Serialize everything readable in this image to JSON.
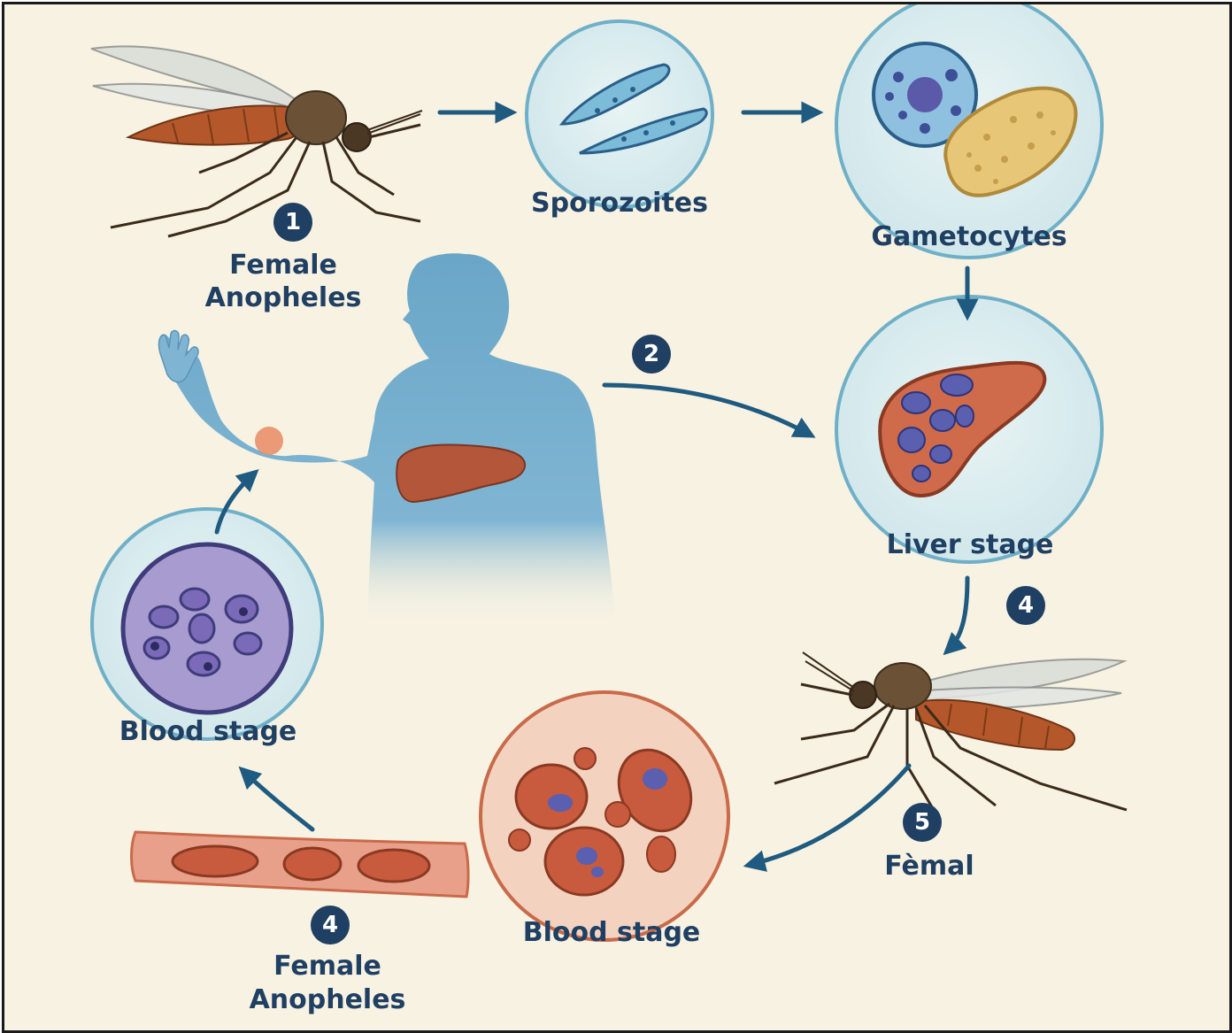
{
  "labels": {
    "sporozoites": "Sporozoites",
    "gametocytes": "Gametocytes",
    "liver_stage": "Liver stage",
    "blood_stage_left": "Blood stage",
    "blood_stage_bottom": "Blood stage",
    "female_anopheles_top_line1": "Female",
    "female_anopheles_top_line2": "Anopheles",
    "female_anopheles_bottom_line1": "Female",
    "female_anopheles_bottom_line2": "Anopheles",
    "femal": "Fèmal"
  },
  "badges": {
    "top": "1",
    "center": "2",
    "right": "4",
    "femal": "5",
    "bottom": "4"
  },
  "colors": {
    "background": "#f7f2e2",
    "label": "#1f3f63",
    "arrow": "#1f5a80",
    "human": "#6aa6c8",
    "liver": "#b4563a",
    "circle_fill": "#dceef1",
    "circle_stroke": "#6fb0c8",
    "parasite": "#4a5fa8",
    "rbc": "#cf6a4b"
  },
  "icons": [
    "mosquito-icon",
    "human-figure-icon",
    "liver-icon",
    "blood-vessel-icon"
  ]
}
